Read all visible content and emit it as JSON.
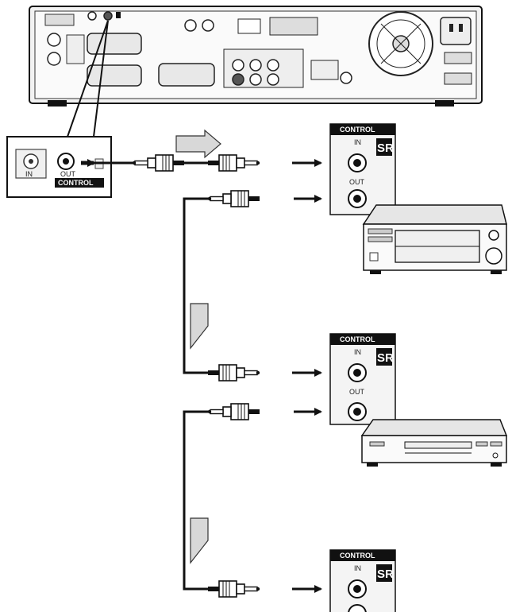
{
  "source_callout": {
    "in_label": "IN",
    "out_label": "OUT",
    "control_label": "CONTROL"
  },
  "control_panels": [
    {
      "title": "CONTROL",
      "in_label": "IN",
      "out_label": "OUT",
      "badge": "SR"
    },
    {
      "title": "CONTROL",
      "in_label": "IN",
      "out_label": "OUT",
      "badge": "SR"
    },
    {
      "title": "CONTROL",
      "in_label": "IN",
      "badge": "SR"
    }
  ],
  "colors": {
    "line": "#111111",
    "panel_bg": "#f4f4f4",
    "arrow_fill": "#d8d8d8",
    "device_fill": "#e6e6e6"
  },
  "icons": [
    "receiver-rear-panel",
    "control-jack",
    "mono-mini-plug",
    "connection-arrow",
    "direction-arrow",
    "cassette-deck",
    "cd-player"
  ]
}
